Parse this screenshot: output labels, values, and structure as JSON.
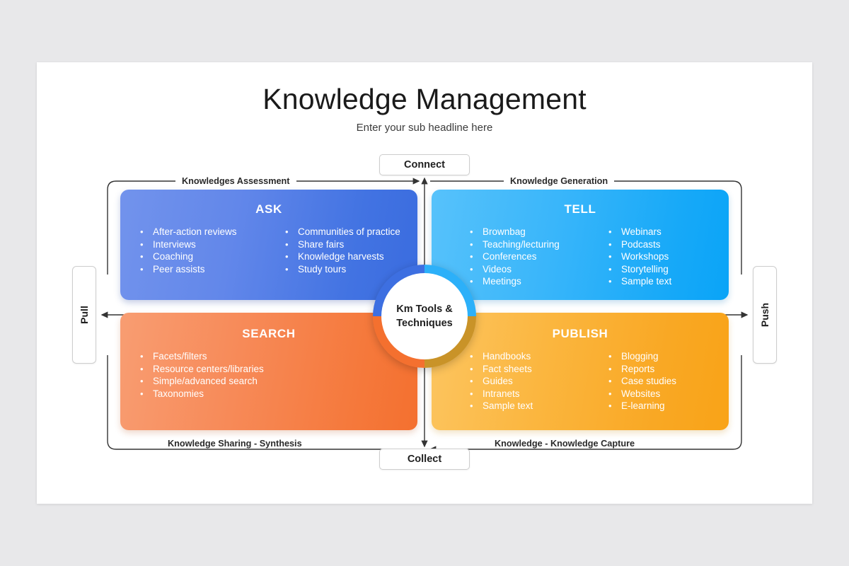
{
  "header": {
    "title": "Knowledge Management",
    "subtitle": "Enter your sub headline here"
  },
  "hub": {
    "label": "Km Tools &\nTechniques"
  },
  "quadrants": [
    {
      "key": "ask",
      "title": "ASK",
      "color": "#4273e2",
      "columns": [
        [
          "After-action reviews",
          "Interviews",
          "Coaching",
          "Peer assists"
        ],
        [
          "Communities of practice",
          "Share fairs",
          "Knowledge harvests",
          "Study tours"
        ]
      ]
    },
    {
      "key": "tell",
      "title": "TELL",
      "color": "#17a9f8",
      "columns": [
        [
          "Brownbag",
          "Teaching/lecturing",
          "Conferences",
          "Videos",
          "Meetings"
        ],
        [
          "Webinars",
          "Podcasts",
          "Workshops",
          "Storytelling",
          "Sample text"
        ]
      ]
    },
    {
      "key": "search",
      "title": "SEARCH",
      "color": "#f5793c",
      "columns": [
        [
          "Facets/filters",
          "Resource centers/libraries",
          "Simple/advanced search",
          "Taxonomies"
        ],
        []
      ]
    },
    {
      "key": "publish",
      "title": "PUBLISH",
      "color": "#f9a824",
      "columns": [
        [
          "Handbooks",
          "Fact sheets",
          "Guides",
          "Intranets",
          "Sample text"
        ],
        [
          "Blogging",
          "Reports",
          "Case studies",
          "Websites",
          "E-learning"
        ]
      ]
    }
  ],
  "rails": {
    "top_left": "Knowledges  Assessment",
    "top_right": "Knowledge  Generation",
    "bottom_left": "Knowledge Sharing - Synthesis",
    "bottom_right": "Knowledge - Knowledge Capture"
  },
  "pills": {
    "connect": "Connect",
    "collect": "Collect",
    "pull": "Pull",
    "push": "Push"
  },
  "colors": {
    "slide_background": "#ffffff",
    "page_background": "#e8e8ea",
    "ask_start": "#7293ec",
    "ask_end": "#3a6cdf",
    "tell_start": "#57c2fb",
    "tell_end": "#0aa4f7",
    "search_start": "#f89d72",
    "search_end": "#f4702f",
    "publish_start": "#fcc560",
    "publish_end": "#f9a317",
    "wire": "#404040"
  }
}
